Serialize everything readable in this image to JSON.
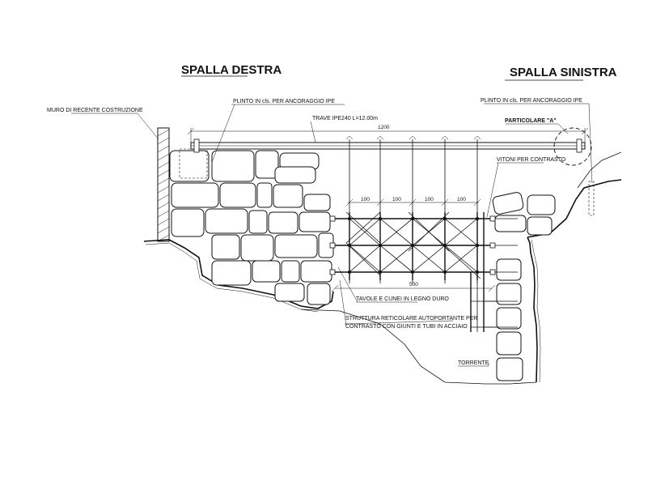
{
  "titles": {
    "right_abutment": "SPALLA DESTRA",
    "left_abutment": "SPALLA SINISTRA"
  },
  "labels": {
    "recent_wall": "MURO DI RECENTE COSTRUZIONE",
    "plinth_left": "PLINTO IN cls. PER ANCORAGGIO IPE",
    "plinth_right": "PLINTO IN cls. PER ANCORAGGIO IPE",
    "beam": "TRAVE IPE240 L=12.00m",
    "detail": "PARTICOLARE \"A\"",
    "bolts": "VITONI PER CONTRASTO",
    "planks": "TAVOLE E CUNEI IN LEGNO DURO",
    "truss_line1": "STRUTTURA RETICOLARE AUTOPORTANTE PER",
    "truss_line2": "CONTRASTO CON GIUNTI E TUBI IN ACCIAIO",
    "stream": "TORRENTE"
  },
  "dimensions": {
    "total_span": "1200",
    "bay_1": "100",
    "bay_2": "100",
    "bay_3": "100",
    "bay_4": "100",
    "truss_length": "500"
  }
}
